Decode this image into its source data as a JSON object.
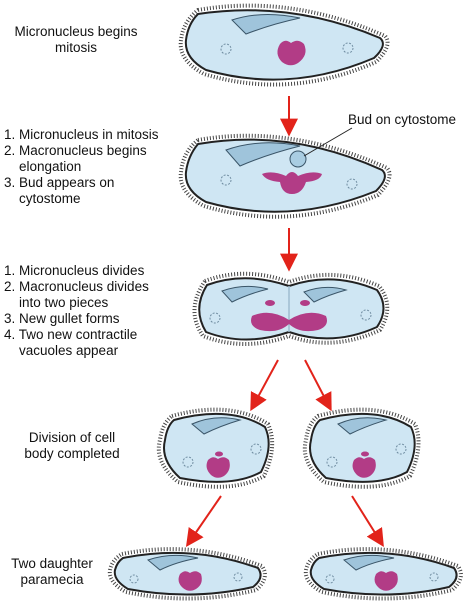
{
  "colors": {
    "cell_fill": "#cfe6f3",
    "cell_stroke": "#222222",
    "cilia": "#444444",
    "nucleus": "#b23c86",
    "vacuole": "#6f8ca0",
    "arrow": "#e2231a",
    "text": "#111111"
  },
  "stage1": {
    "line1": "Micronucleus begins",
    "line2": "mitosis"
  },
  "stage2": {
    "bud_label": "Bud on cytostome",
    "item1": "1. Micronucleus in mitosis",
    "item2a": "2. Macronucleus begins",
    "item2b": "elongation",
    "item3a": "3. Bud appears on",
    "item3b": "cytostome"
  },
  "stage3": {
    "item1": "1. Micronucleus divides",
    "item2a": "2. Macronucleus divides",
    "item2b": "into two pieces",
    "item3": "3. New gullet forms",
    "item4a": "4. Two new contractile",
    "item4b": "vacuoles appear"
  },
  "stage4": {
    "line1": "Division of cell",
    "line2": "body completed"
  },
  "stage5": {
    "line1": "Two daughter",
    "line2": "paramecia"
  }
}
